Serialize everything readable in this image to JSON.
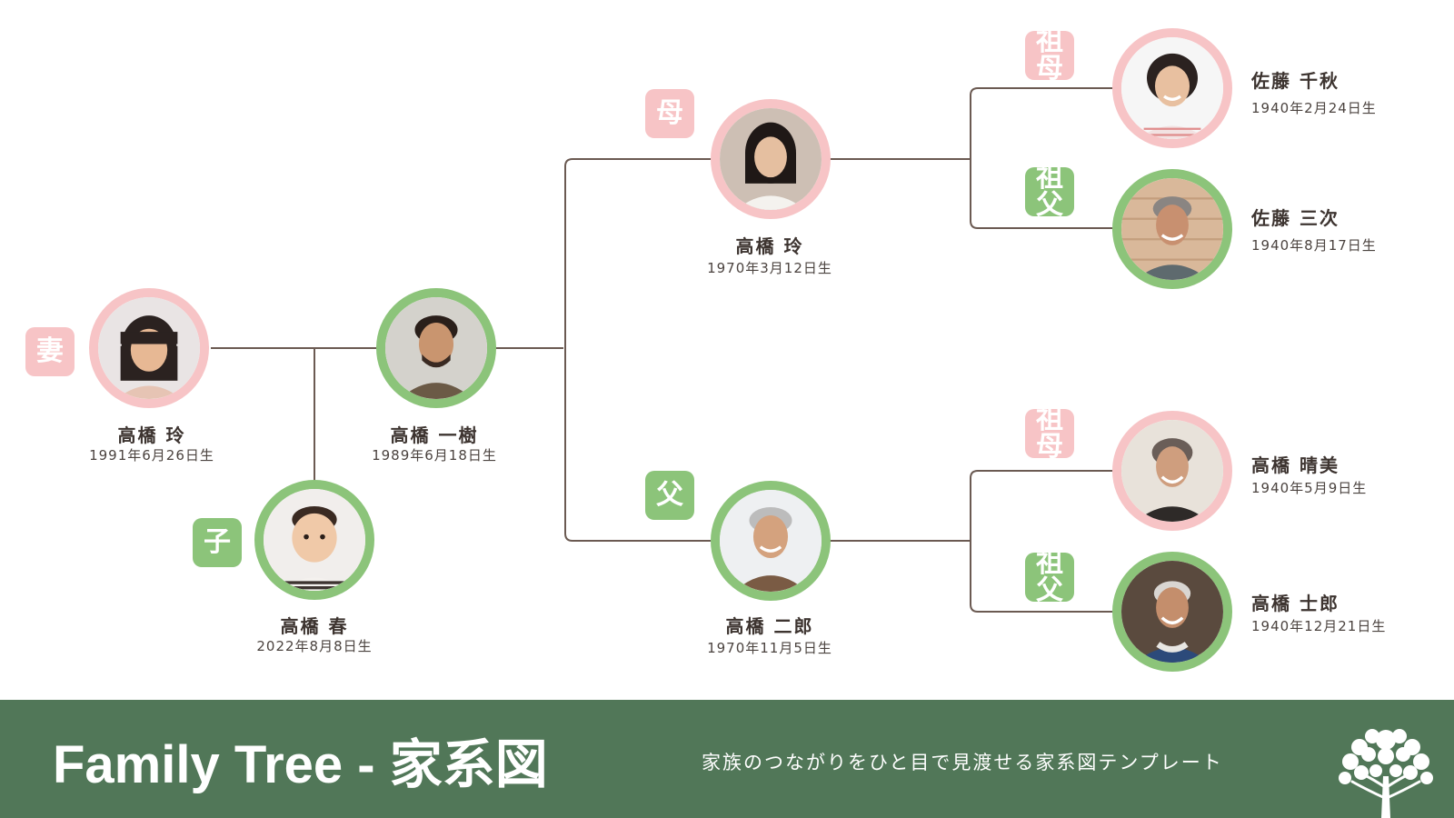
{
  "colors": {
    "female": "#f7c4c6",
    "male": "#8cc47a",
    "line": "#6b5a52",
    "footer": "#517758"
  },
  "people": {
    "wife": {
      "relation": "妻",
      "name": "高橋 玲",
      "dob": "1991年6月26日生",
      "gender": "female",
      "photo": "woman-photo-icon"
    },
    "self": {
      "relation": "",
      "name": "高橋 一樹",
      "dob": "1989年6月18日生",
      "gender": "male",
      "photo": "man-photo-icon"
    },
    "child": {
      "relation": "子",
      "name": "高橋 春",
      "dob": "2022年8月8日生",
      "gender": "male",
      "photo": "baby-photo-icon"
    },
    "mother": {
      "relation": "母",
      "name": "高橋 玲",
      "dob": "1970年3月12日生",
      "gender": "female",
      "photo": "woman-photo-icon"
    },
    "father": {
      "relation": "父",
      "name": "高橋 二郎",
      "dob": "1970年11月5日生",
      "gender": "male",
      "photo": "man-photo-icon"
    },
    "mgm": {
      "relation": "祖母",
      "name": "佐藤 千秋",
      "dob": "1940年2月24日生",
      "gender": "female",
      "photo": "elder-woman-photo-icon"
    },
    "mgf": {
      "relation": "祖父",
      "name": "佐藤 三次",
      "dob": "1940年8月17日生",
      "gender": "male",
      "photo": "elder-man-photo-icon"
    },
    "pgm": {
      "relation": "祖母",
      "name": "高橋 晴美",
      "dob": "1940年5月9日生",
      "gender": "female",
      "photo": "elder-woman-photo-icon"
    },
    "pgf": {
      "relation": "祖父",
      "name": "高橋 士郎",
      "dob": "1940年12月21日生",
      "gender": "male",
      "photo": "elder-man-photo-icon"
    }
  },
  "footer": {
    "title": "Family Tree - 家系図",
    "subtitle": "家族のつながりをひと目で見渡せる家系図テンプレート",
    "icon": "tree-icon"
  }
}
